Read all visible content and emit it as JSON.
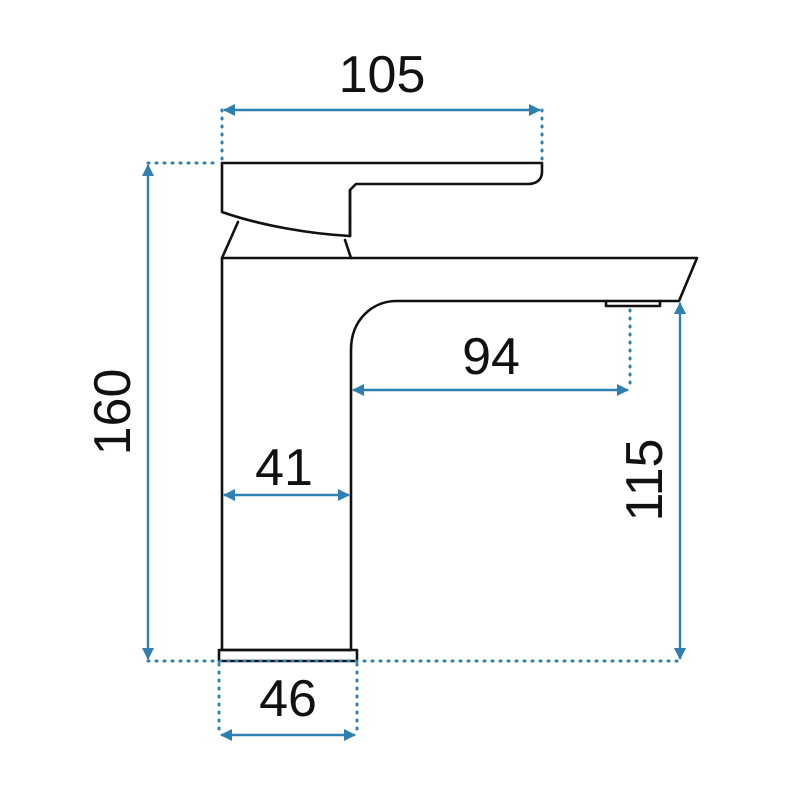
{
  "colors": {
    "outline": "#111111",
    "dimension": "#2f7fb0"
  },
  "dimensions": {
    "top_width": "105",
    "total_height": "160",
    "spout_reach": "94",
    "body_width": "41",
    "spout_height": "115",
    "base_width": "46"
  }
}
